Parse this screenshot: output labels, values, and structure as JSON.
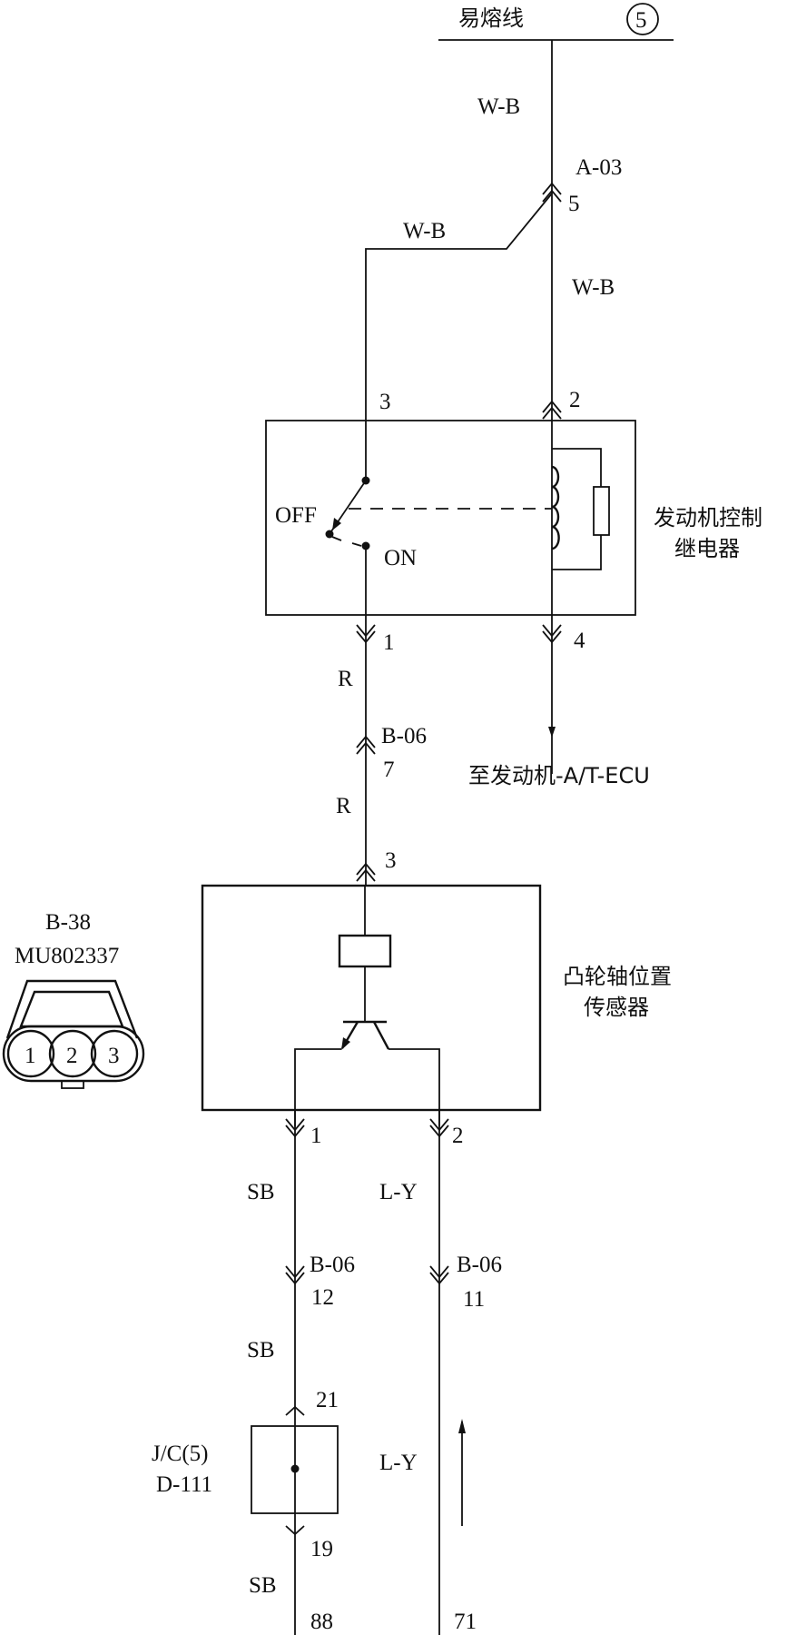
{
  "title": "Camshaft position sensor wiring diagram",
  "fusible_link": {
    "label": "易熔线",
    "number": "5"
  },
  "wires": {
    "top_wb": "W-B",
    "branch_wb": "W-B",
    "relay_feed_wb": "W-B",
    "r_upper": "R",
    "r_lower": "R",
    "sb_upper": "SB",
    "ly_upper": "L-Y",
    "sb_middle": "SB",
    "ly_lower": "L-Y",
    "sb_lower": "SB"
  },
  "connectors": {
    "a03": {
      "name": "A-03",
      "pin": "5"
    },
    "relay_pin3": "3",
    "relay_pin2": "2",
    "relay_pin1": "1",
    "relay_pin4": "4",
    "b06_upper": {
      "name": "B-06",
      "pin": "7"
    },
    "sensor_pin3": "3",
    "sensor_pin1": "1",
    "sensor_pin2": "2",
    "b06_left": {
      "name": "B-06",
      "pin": "12"
    },
    "b06_right": {
      "name": "B-06",
      "pin": "11"
    },
    "jc_in_pin": "21",
    "jc_out_pin": "19",
    "end_left_pin": "88",
    "end_right_pin": "71"
  },
  "relay": {
    "name_line1": "发动机控制",
    "name_line2": "继电器",
    "off_label": "OFF",
    "on_label": "ON"
  },
  "ecu_note": "至发动机-A/T-ECU",
  "sensor": {
    "name_line1": "凸轮轴位置",
    "name_line2": "传感器"
  },
  "sensor_connector": {
    "id": "B-38",
    "part_number": "MU802337",
    "pins": [
      "1",
      "2",
      "3"
    ]
  },
  "junction": {
    "name_line1": "J/C(5)",
    "name_line2": "D-111"
  }
}
